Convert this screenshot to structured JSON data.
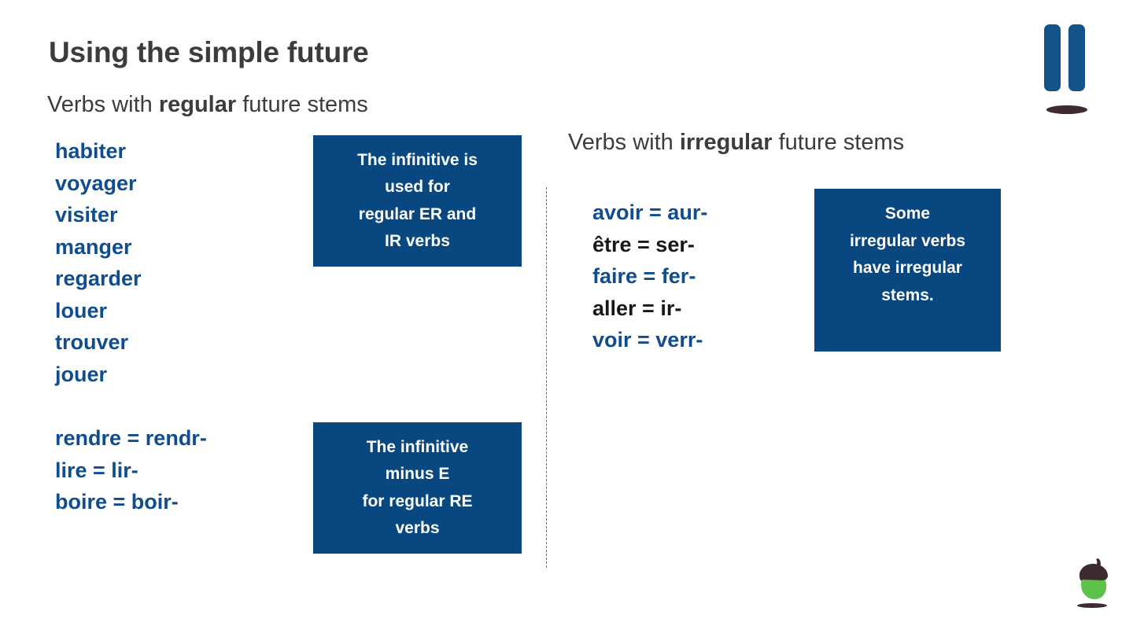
{
  "slide": {
    "title": "Using the simple future",
    "background_color": "#ffffff",
    "accent_blue": "#08477f",
    "verb_blue": "#0f4d8f",
    "text_dark": "#3c3c3b"
  },
  "left_column": {
    "subtitle_prefix": "Verbs with ",
    "subtitle_emphasis": "regular",
    "subtitle_suffix": " future stems",
    "regular_er_ir_verbs": [
      {
        "text": "habiter",
        "color": "blue"
      },
      {
        "text": "voyager",
        "color": "blue"
      },
      {
        "text": "visiter",
        "color": "blue"
      },
      {
        "text": "manger",
        "color": "blue"
      },
      {
        "text": "regarder",
        "color": "blue"
      },
      {
        "text": "louer",
        "color": "blue"
      },
      {
        "text": "trouver",
        "color": "blue"
      },
      {
        "text": "jouer",
        "color": "blue"
      }
    ],
    "callout_er": {
      "lines": [
        "The infinitive is",
        "used for",
        "regular ER and",
        "IR verbs"
      ]
    },
    "regular_re_verbs": [
      {
        "text": "rendre = rendr-",
        "color": "blue"
      },
      {
        "text": "lire = lir-",
        "color": "blue"
      },
      {
        "text": "boire = boir-",
        "color": "blue"
      }
    ],
    "callout_re": {
      "lines": [
        "The infinitive",
        "minus E",
        "for regular RE",
        "verbs"
      ]
    }
  },
  "right_column": {
    "subtitle_prefix": "Verbs with ",
    "subtitle_emphasis": "irregular",
    "subtitle_suffix": " future stems",
    "irregular_verbs": [
      {
        "text": "avoir = aur-",
        "color": "blue"
      },
      {
        "text": "être = ser-",
        "color": "black"
      },
      {
        "text": "faire  = fer-",
        "color": "blue"
      },
      {
        "text": "aller = ir-",
        "color": "black"
      },
      {
        "text": "voir = verr-",
        "color": "blue"
      }
    ],
    "callout_irregular": {
      "lines": [
        "Some",
        "irregular verbs",
        "have irregular",
        "stems."
      ]
    }
  },
  "decorations": {
    "quote_bars": {
      "name": "quote-bars-decoration",
      "color": "#14528c",
      "shadow_color": "#3d2a32"
    },
    "acorn": {
      "name": "acorn-decoration",
      "cap_color": "#3d2a32",
      "body_color": "#5cc24a",
      "shadow_color": "#3d2a32"
    }
  }
}
